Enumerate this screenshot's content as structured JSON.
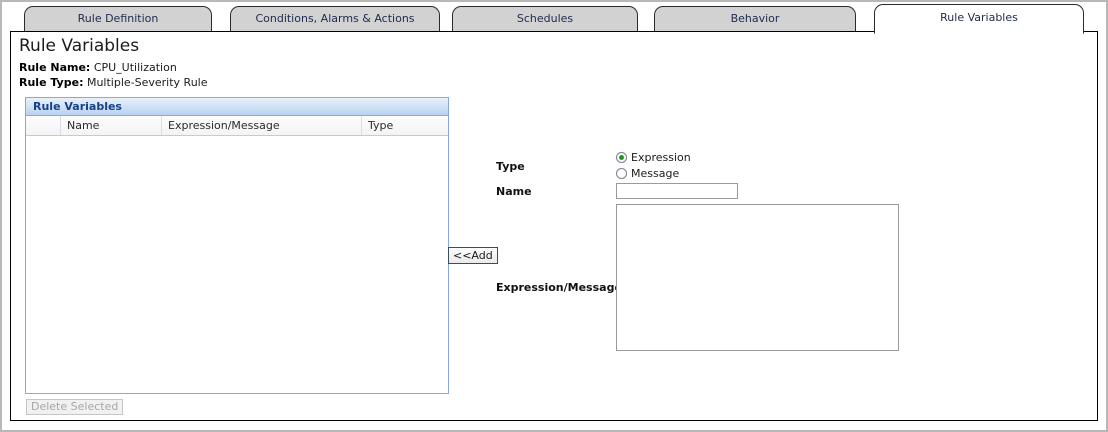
{
  "window": {
    "active_tab_index": 4
  },
  "tabs": [
    {
      "label": "Rule Definition",
      "active": false
    },
    {
      "label": "Conditions, Alarms & Actions",
      "active": false
    },
    {
      "label": "Schedules",
      "active": false
    },
    {
      "label": "Behavior",
      "active": false
    },
    {
      "label": "Rule Variables",
      "active": true
    }
  ],
  "page": {
    "title": "Rule Variables",
    "rule_name_label": "Rule Name:",
    "rule_name_value": "CPU_Utilization",
    "rule_type_label": "Rule Type:",
    "rule_type_value": "Multiple-Severity Rule"
  },
  "table": {
    "caption": "Rule Variables",
    "columns": [
      {
        "key": "select",
        "label": ""
      },
      {
        "key": "name",
        "label": "Name"
      },
      {
        "key": "expression",
        "label": "Expression/Message"
      },
      {
        "key": "type",
        "label": "Type"
      }
    ],
    "rows": [],
    "delete_button_label": "Delete Selected",
    "delete_button_enabled": false
  },
  "form": {
    "type_label": "Type",
    "type_options": [
      {
        "label": "Expression",
        "selected": true
      },
      {
        "label": "Message",
        "selected": false
      }
    ],
    "name_label": "Name",
    "name_value": "",
    "name_placeholder": "",
    "expression_label": "Expression/Message",
    "expression_value": "",
    "expression_placeholder": "",
    "add_button_label": "<<Add"
  },
  "colors": {
    "tab_inactive_bg": "#d2d2d2",
    "tab_active_bg": "#ffffff",
    "tab_text": "#1d2b4d",
    "panel_border": "#8aa9d6",
    "caption_text": "#15408a",
    "radio_selected_dot": "#1d9a1d",
    "disabled_text": "#a7a7a7"
  }
}
